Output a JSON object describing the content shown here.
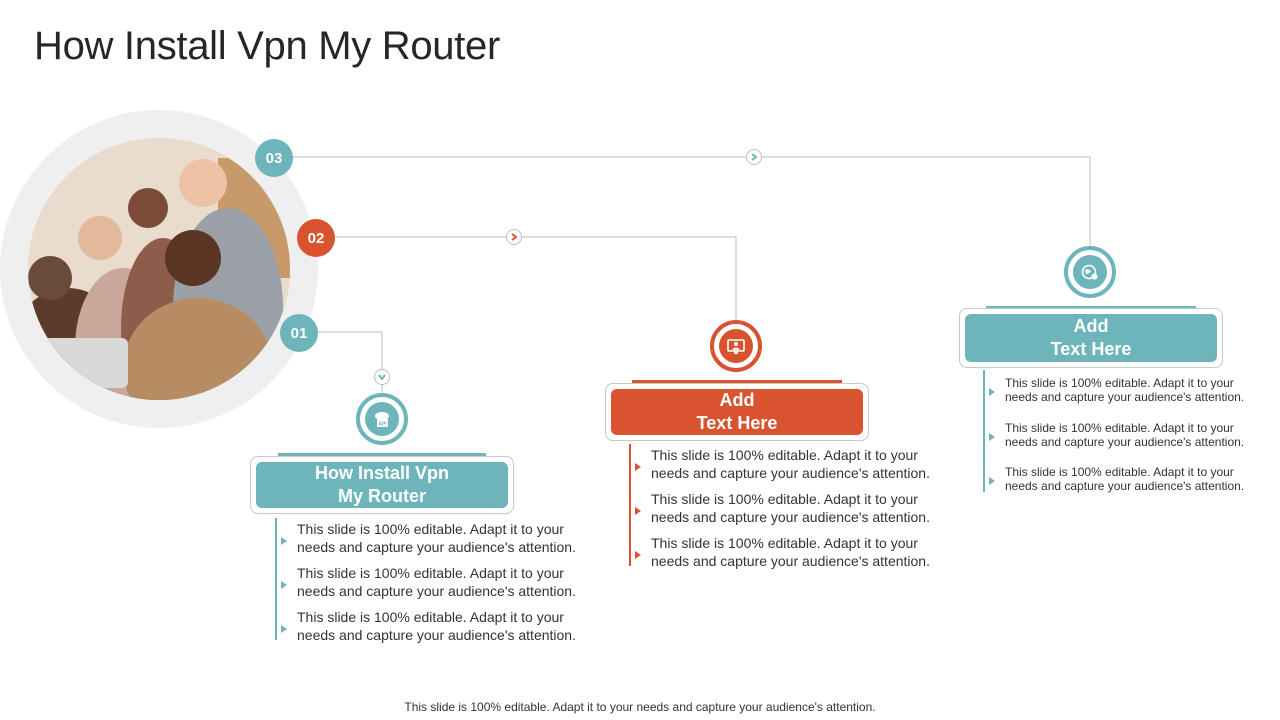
{
  "title": "How Install Vpn My Router",
  "colors": {
    "teal": "#6db5ba",
    "orange": "#d9532e",
    "line": "#bdbdbd"
  },
  "steps": [
    {
      "number": "01",
      "icon": "api-cloud-icon",
      "heading_line1": "How Install Vpn",
      "heading_line2": "My Router",
      "bullets": [
        {
          "line1": "This slide is 100% editable. Adapt it to your",
          "line2": "needs and capture your audience's attention."
        },
        {
          "line1": "This slide is 100% editable. Adapt it to your",
          "line2": "needs and capture your audience's attention."
        },
        {
          "line1": "This slide is 100% editable. Adapt it to your",
          "line2": "needs and capture your audience's attention."
        }
      ]
    },
    {
      "number": "02",
      "icon": "monitor-person-icon",
      "heading_line1": "Add",
      "heading_line2": "Text Here",
      "bullets": [
        {
          "line1": "This slide is 100% editable. Adapt it to your",
          "line2": "needs and capture your audience's attention."
        },
        {
          "line1": "This slide is 100% editable. Adapt it to your",
          "line2": "needs and capture your audience's attention."
        },
        {
          "line1": "This slide is 100% editable. Adapt it to your",
          "line2": "needs and capture your audience's attention."
        }
      ]
    },
    {
      "number": "03",
      "icon": "globe-gear-icon",
      "heading_line1": "Add",
      "heading_line2": "Text Here",
      "bullets": [
        {
          "line1": "This slide is 100% editable. Adapt it to your",
          "line2": "needs and capture your audience's attention."
        },
        {
          "line1": "This slide is 100% editable. Adapt it to your",
          "line2": "needs and capture your audience's attention."
        },
        {
          "line1": "This slide is 100% editable. Adapt it to your",
          "line2": "needs and capture your audience's attention."
        }
      ]
    }
  ],
  "footer": "This slide is 100% editable. Adapt it to your needs and capture your audience's attention."
}
